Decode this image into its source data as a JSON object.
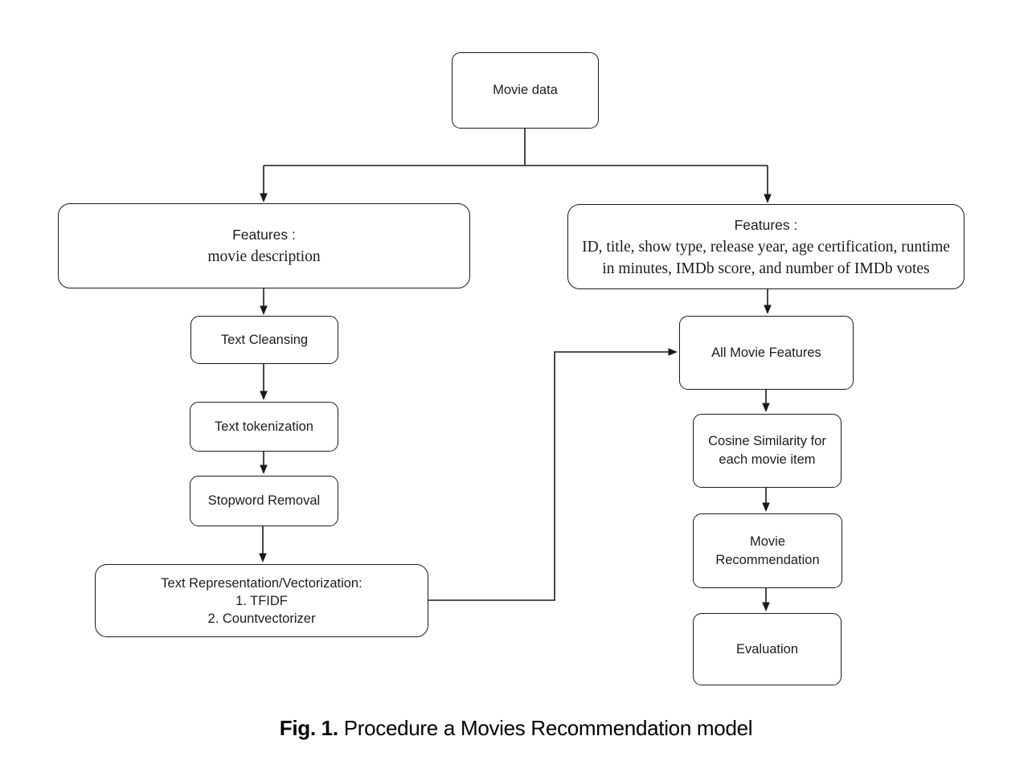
{
  "diagram": {
    "nodes": {
      "movie_data": {
        "label": "Movie data"
      },
      "features_left": {
        "title": "Features :",
        "line2": "movie description"
      },
      "features_right": {
        "title": "Features :",
        "line2": "ID, title, show type, release year, age certification, runtime",
        "line3": "in minutes, IMDb score, and number of IMDb votes"
      },
      "text_cleansing": {
        "label": "Text Cleansing"
      },
      "text_tokenization": {
        "label": "Text tokenization"
      },
      "stopword_removal": {
        "label": "Stopword Removal"
      },
      "text_representation": {
        "line1": "Text Representation/Vectorization:",
        "line2": "1. TFIDF",
        "line3": "2. Countvectorizer"
      },
      "all_movie_features": {
        "label": "All Movie Features"
      },
      "cosine_similarity": {
        "line1": "Cosine Similarity for",
        "line2": "each movie item"
      },
      "movie_recommendation": {
        "line1": "Movie",
        "line2": "Recommendation"
      },
      "evaluation": {
        "label": "Evaluation"
      }
    },
    "colors": {
      "stroke": "#1a1a1a",
      "background": "#ffffff",
      "text": "#1c1c1c"
    }
  },
  "caption": {
    "prefix": "Fig. 1.",
    "text": " Procedure a Movies Recommendation model"
  }
}
